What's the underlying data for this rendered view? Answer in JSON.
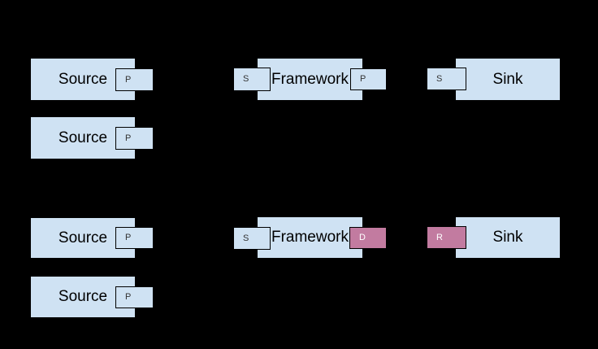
{
  "colors": {
    "background": "#000000",
    "node_fill": "#cfe2f3",
    "accent_fill": "#c27ba0",
    "port_border": "#000000",
    "label_text": "#000000",
    "port_text": "#333333",
    "accent_port_text": "#ffffff"
  },
  "diagram": {
    "top_group": {
      "sources": [
        {
          "label": "Source",
          "port": "P"
        },
        {
          "label": "Source",
          "port": "P"
        }
      ],
      "framework": {
        "label": "Framework",
        "input_port": "S",
        "output_port": "P"
      },
      "sink": {
        "label": "Sink",
        "input_port": "S"
      }
    },
    "bottom_group": {
      "sources": [
        {
          "label": "Source",
          "port": "P"
        },
        {
          "label": "Source",
          "port": "P"
        }
      ],
      "framework": {
        "label": "Framework",
        "input_port": "S",
        "output_port": "D"
      },
      "sink": {
        "label": "Sink",
        "input_port": "R"
      }
    }
  }
}
